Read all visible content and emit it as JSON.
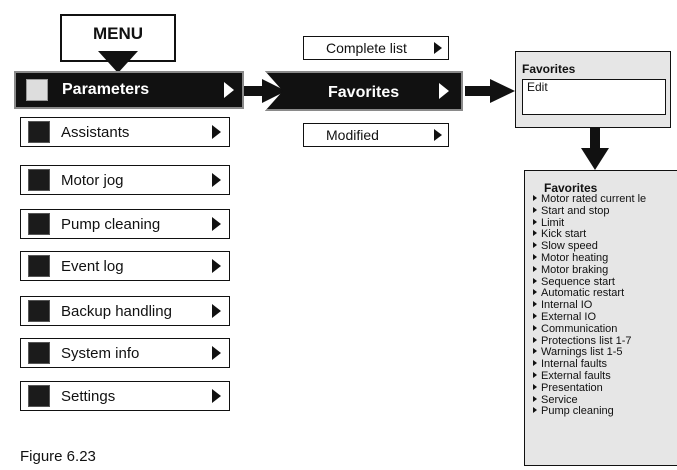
{
  "menu": {
    "title": "MENU"
  },
  "menu_items": [
    {
      "label": "Parameters",
      "icon": "parameters-icon",
      "selected": true
    },
    {
      "label": "Assistants",
      "icon": "assistants-icon"
    },
    {
      "label": "Motor jog",
      "icon": "motor-jog-icon"
    },
    {
      "label": "Pump cleaning",
      "icon": "pump-cleaning-icon"
    },
    {
      "label": "Event log",
      "icon": "event-log-icon"
    },
    {
      "label": "Backup handling",
      "icon": "backup-handling-icon"
    },
    {
      "label": "System info",
      "icon": "system-info-icon"
    },
    {
      "label": "Settings",
      "icon": "settings-icon"
    }
  ],
  "submenu": {
    "complete_list": "Complete list",
    "favorites": "Favorites",
    "modified": "Modified"
  },
  "favorites_screen": {
    "title": "Favorites",
    "edit": "Edit"
  },
  "favorites_list": {
    "title": "Favorites",
    "items": [
      "Motor rated current le",
      "Start and stop",
      "Limit",
      "Kick start",
      "Slow speed",
      "Motor heating",
      "Motor braking",
      "Sequence start",
      "Automatic restart",
      "Internal IO",
      "External IO",
      "Communication",
      "Protections list 1-7",
      "Warnings list 1-5",
      "Internal faults",
      "External faults",
      "Presentation",
      "Service",
      "Pump cleaning"
    ]
  },
  "figure_caption": "Figure 6.23"
}
